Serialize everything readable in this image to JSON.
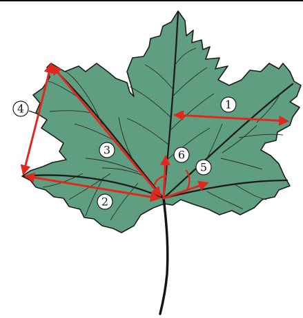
{
  "colors": {
    "leaf_fill": "#5f9e80",
    "leaf_outline": "#1c1c1c",
    "vein": "#1c1c1c",
    "arrow": "#e0281e",
    "marker_fill": "#ffffff",
    "top_border": "#000000"
  },
  "labels": [
    "1",
    "2",
    "3",
    "4",
    "5",
    "6"
  ]
}
